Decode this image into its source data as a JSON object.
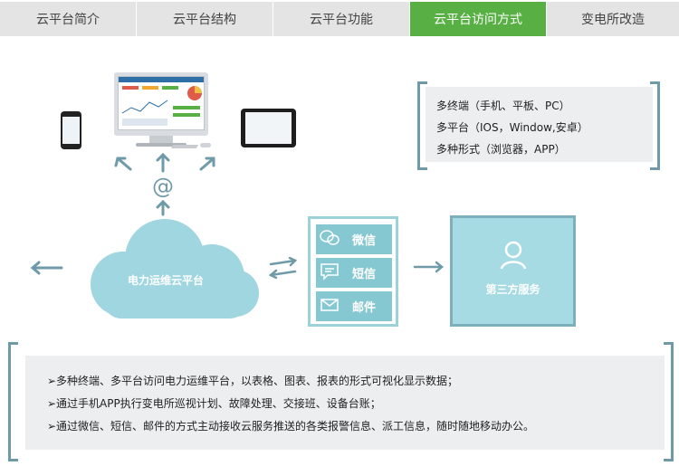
{
  "tabs": [
    {
      "label": "云平台简介",
      "active": false
    },
    {
      "label": "云平台结构",
      "active": false
    },
    {
      "label": "云平台功能",
      "active": false
    },
    {
      "label": "云平台访问方式",
      "active": true
    },
    {
      "label": "变电所改造",
      "active": false
    }
  ],
  "colors": {
    "accent": "#58b045",
    "tab_bg": "#e4e4e4",
    "line": "#6f9aa8",
    "cloud": "#9fd6e0",
    "channel": "#86c8d2"
  },
  "diagram": {
    "at_symbol": "@",
    "cloud_label": "电力运维云平台",
    "channels": [
      {
        "icon": "wechat-icon",
        "label": "微信"
      },
      {
        "icon": "sms-icon",
        "label": "短信"
      },
      {
        "icon": "mail-icon",
        "label": "邮件"
      }
    ],
    "third_party_label": "第三方服务"
  },
  "features": [
    "多终端（手机、平板、PC）",
    "多平台（IOS，Window,安卓）",
    "多种形式（浏览器，APP）"
  ],
  "bullets": [
    "➢多种终端、多平台访问电力运维平台，以表格、图表、报表的形式可视化显示数据；",
    "➢通过手机APP执行变电所巡视计划、故障处理、交接班、设备台账；",
    "➢通过微信、短信、邮件的方式主动接收云服务推送的各类报警信息、派工信息，随时随地移动办公。"
  ]
}
